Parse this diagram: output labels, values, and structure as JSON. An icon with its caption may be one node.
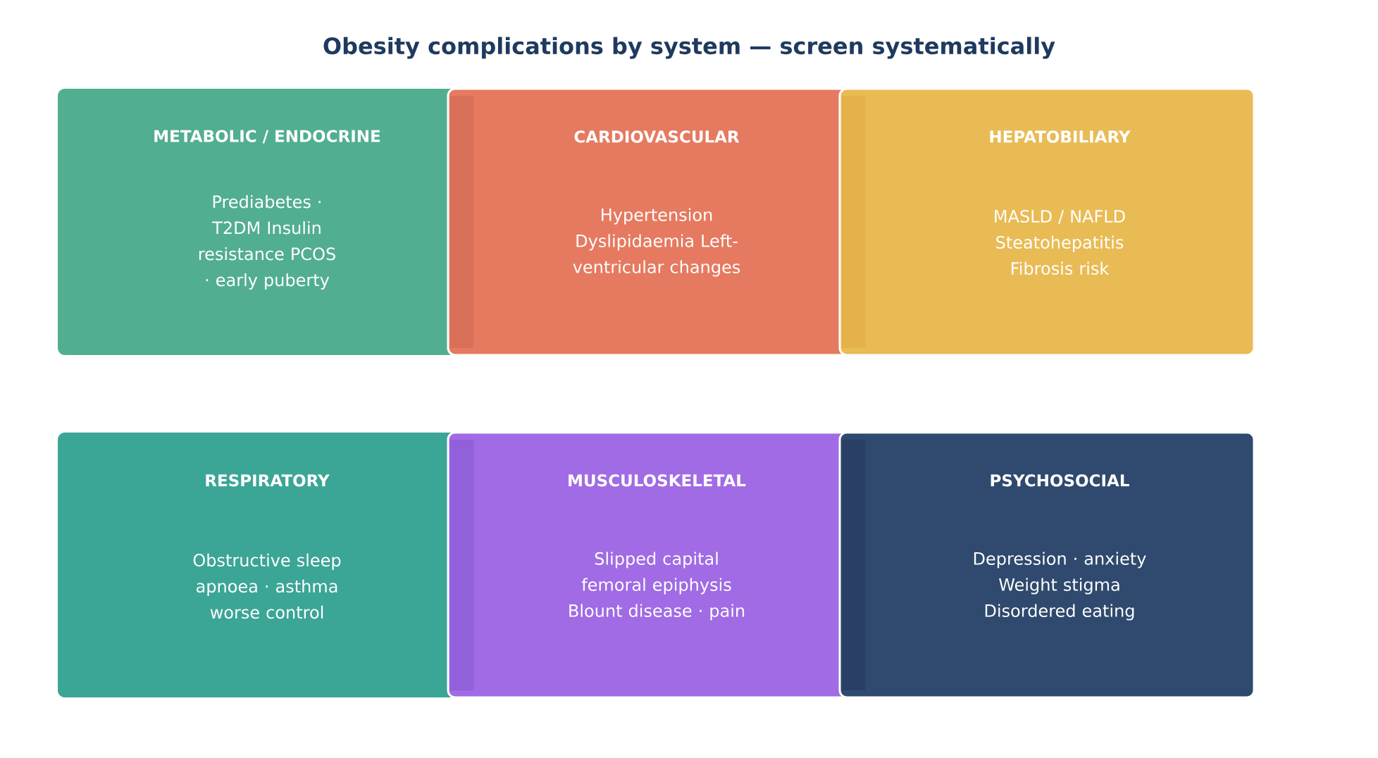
{
  "diagram": {
    "title": "Obesity complications by system — screen systematically",
    "nodes": [
      {
        "text": [
          "METABOLIC / ENDOCRINE",
          "Prediabetes · T2DM Insulin resistance PCOS · early puberty"
        ]
      },
      {
        "text": [
          "CARDIOVASCULAR",
          "Hypertension Dyslipidaemia Left-ventricular changes"
        ]
      },
      {
        "text": [
          "HEPATOBILIARY",
          "MASLD / NAFLD Steatohepatitis Fibrosis risk"
        ]
      },
      {
        "text": [
          "RESPIRATORY",
          "Obstructive sleep apnoea · asthma worse control"
        ]
      },
      {
        "text": [
          "MUSCULOSKELETAL",
          "Slipped capital femoral epiphysis Blount disease · pain"
        ]
      },
      {
        "text": [
          "PSYCHOSOCIAL",
          "Depression · anxiety Weight stigma Disordered eating"
        ]
      }
    ]
  }
}
